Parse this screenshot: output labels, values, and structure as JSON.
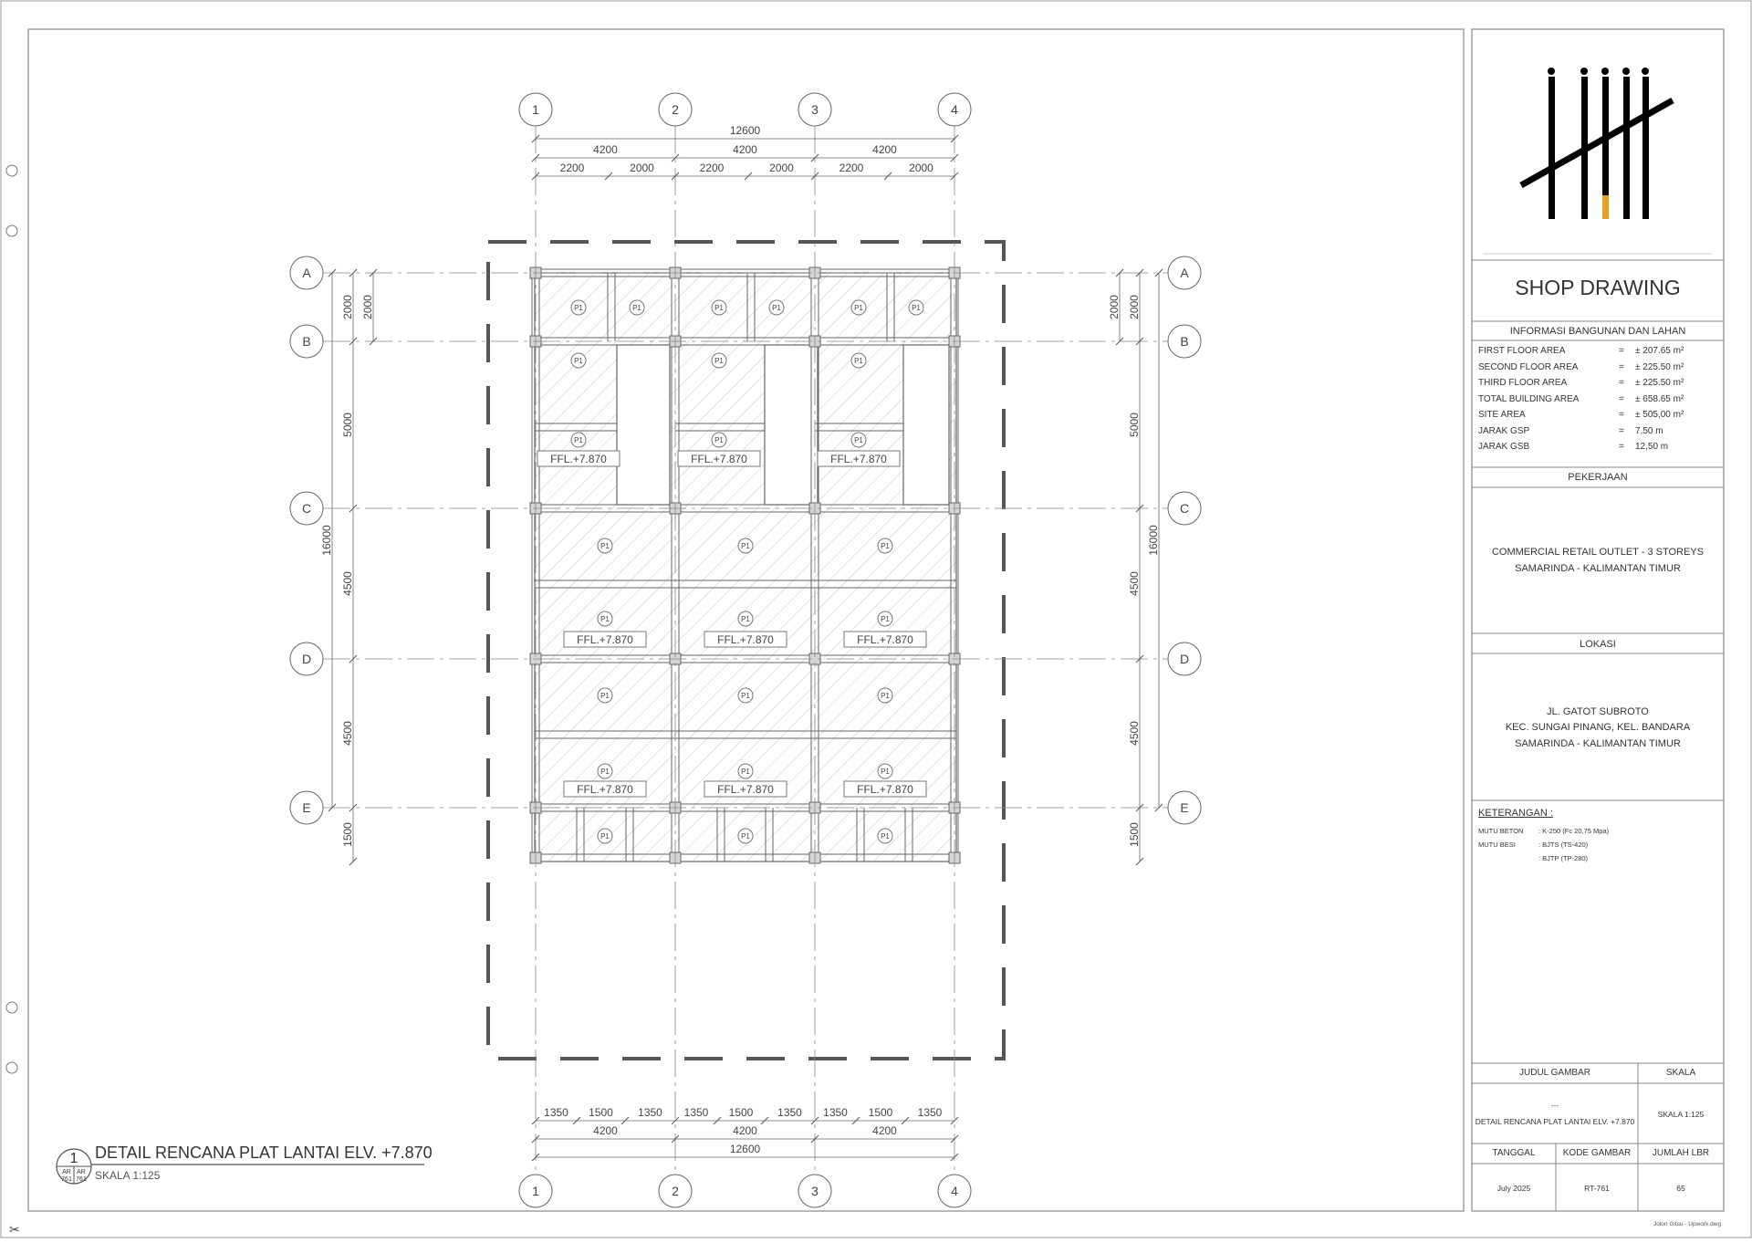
{
  "grid": {
    "col_labels": [
      "1",
      "2",
      "3",
      "4"
    ],
    "row_labels": [
      "A",
      "B",
      "C",
      "D",
      "E"
    ]
  },
  "dims": {
    "top_total": "12600",
    "top_bays": [
      "4200",
      "4200",
      "4200"
    ],
    "top_sub": [
      "2200",
      "2000",
      "2200",
      "2000",
      "2200",
      "2000"
    ],
    "bottom_sub": [
      "1350",
      "1500",
      "1350",
      "1350",
      "1500",
      "1350",
      "1350",
      "1500",
      "1350"
    ],
    "bottom_bays": [
      "4200",
      "4200",
      "4200"
    ],
    "bottom_total": "12600",
    "left_spans": [
      "2000",
      "5000",
      "4500",
      "4500",
      "1500"
    ],
    "left_total": "16000",
    "left_inner": "2000",
    "right_spans": [
      "2000",
      "5000",
      "4500",
      "4500",
      "1500"
    ],
    "right_total": "16000",
    "right_inner": "2000"
  },
  "slab": {
    "panel_tag": "P1",
    "level_tag": "FFL.+7.870"
  },
  "drawing_title": {
    "number": "1",
    "title": "DETAIL RENCANA PLAT LANTAI ELV. +7.870",
    "scale": "SKALA  1:125",
    "ref_left_top": "AR",
    "ref_left_bottom": "761",
    "ref_right_top": "AR",
    "ref_right_bottom": "761"
  },
  "title_block": {
    "header": "SHOP DRAWING",
    "info_title": "INFORMASI BANGUNAN DAN LAHAN",
    "info_rows": [
      {
        "label": "FIRST FLOOR AREA",
        "eq": "=",
        "value": "± 207.65 m²"
      },
      {
        "label": "SECOND FLOOR AREA",
        "eq": "=",
        "value": "± 225.50 m²"
      },
      {
        "label": "THIRD FLOOR AREA",
        "eq": "=",
        "value": "± 225.50 m²"
      },
      {
        "label": "TOTAL BUILDING AREA",
        "eq": "=",
        "value": "± 658.65 m²"
      },
      {
        "label": "SITE AREA",
        "eq": "=",
        "value": "± 505,00 m²"
      },
      {
        "label": "JARAK GSP",
        "eq": "=",
        "value": "7.50 m"
      },
      {
        "label": "JARAK GSB",
        "eq": "=",
        "value": "12,50 m"
      }
    ],
    "pekerjaan_title": "PEKERJAAN",
    "pekerjaan_line1": "COMMERCIAL RETAIL OUTLET -  3 STOREYS",
    "pekerjaan_line2": "SAMARINDA - KALIMANTAN TIMUR",
    "lokasi_title": "LOKASI",
    "lokasi_line1": "JL. GATOT SUBROTO",
    "lokasi_line2": "KEC. SUNGAI PINANG, KEL. BANDARA",
    "lokasi_line3": "SAMARINDA - KALIMANTAN TIMUR",
    "keterangan_title": "KETERANGAN :",
    "keterangan_rows": [
      {
        "label": "MUTU  BETON",
        "value": ": K-250  (Fc  20,75  Mpa)"
      },
      {
        "label": "MUTU  BESI",
        "value": ": BJTS  (TS-420)"
      },
      {
        "label": "",
        "value": ": BJTP  (TP-280)"
      }
    ],
    "judul_label": "JUDUL GAMBAR",
    "skala_label": "SKALA",
    "judul_dash": "---",
    "judul_value": "DETAIL RENCANA PLAT LANTAI ELV. +7.870",
    "skala_value": "SKALA 1:125",
    "tanggal_label": "TANGGAL",
    "kode_label": "KODE GAMBAR",
    "jumlah_label": "JUMLAH LBR",
    "tanggal_value": "July 2025",
    "kode_value": "RT-761",
    "jumlah_value": "65",
    "footer_credit": "Jolon  Gitsu  -  Upwork.dwg"
  },
  "colors": {
    "line": "#555555",
    "logo_black": "#000000",
    "logo_accent": "#e8a020"
  }
}
